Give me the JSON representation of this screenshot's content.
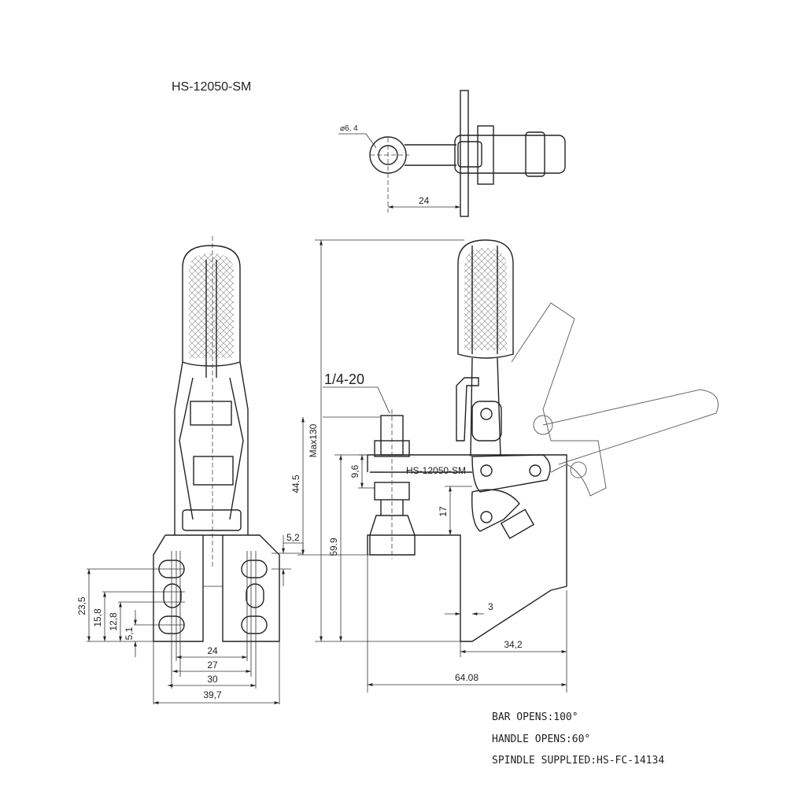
{
  "title": "HS-12050-SM",
  "top_view": {
    "hole_dia": "⌀6, 4",
    "width": "24"
  },
  "front_view": {
    "heights": [
      "23,5",
      "15,8",
      "12,8",
      "5,1"
    ],
    "widths": [
      "24",
      "27",
      "30",
      "39,7"
    ],
    "offset": "5,2"
  },
  "side_view": {
    "thread": "1/4-20",
    "max_height": "Max130",
    "spindle_height": "44.5",
    "spindle_nut": "9,6",
    "part_label": "HS-12050-SM",
    "base_height": "59.9",
    "pivot_height": "17",
    "thickness": "3",
    "base_depth": "34,2",
    "overall_length": "64.08"
  },
  "notes": [
    "BAR OPENS:100°",
    "HANDLE OPENS:60°",
    "SPINDLE SUPPLIED:HS-FC-14134"
  ]
}
